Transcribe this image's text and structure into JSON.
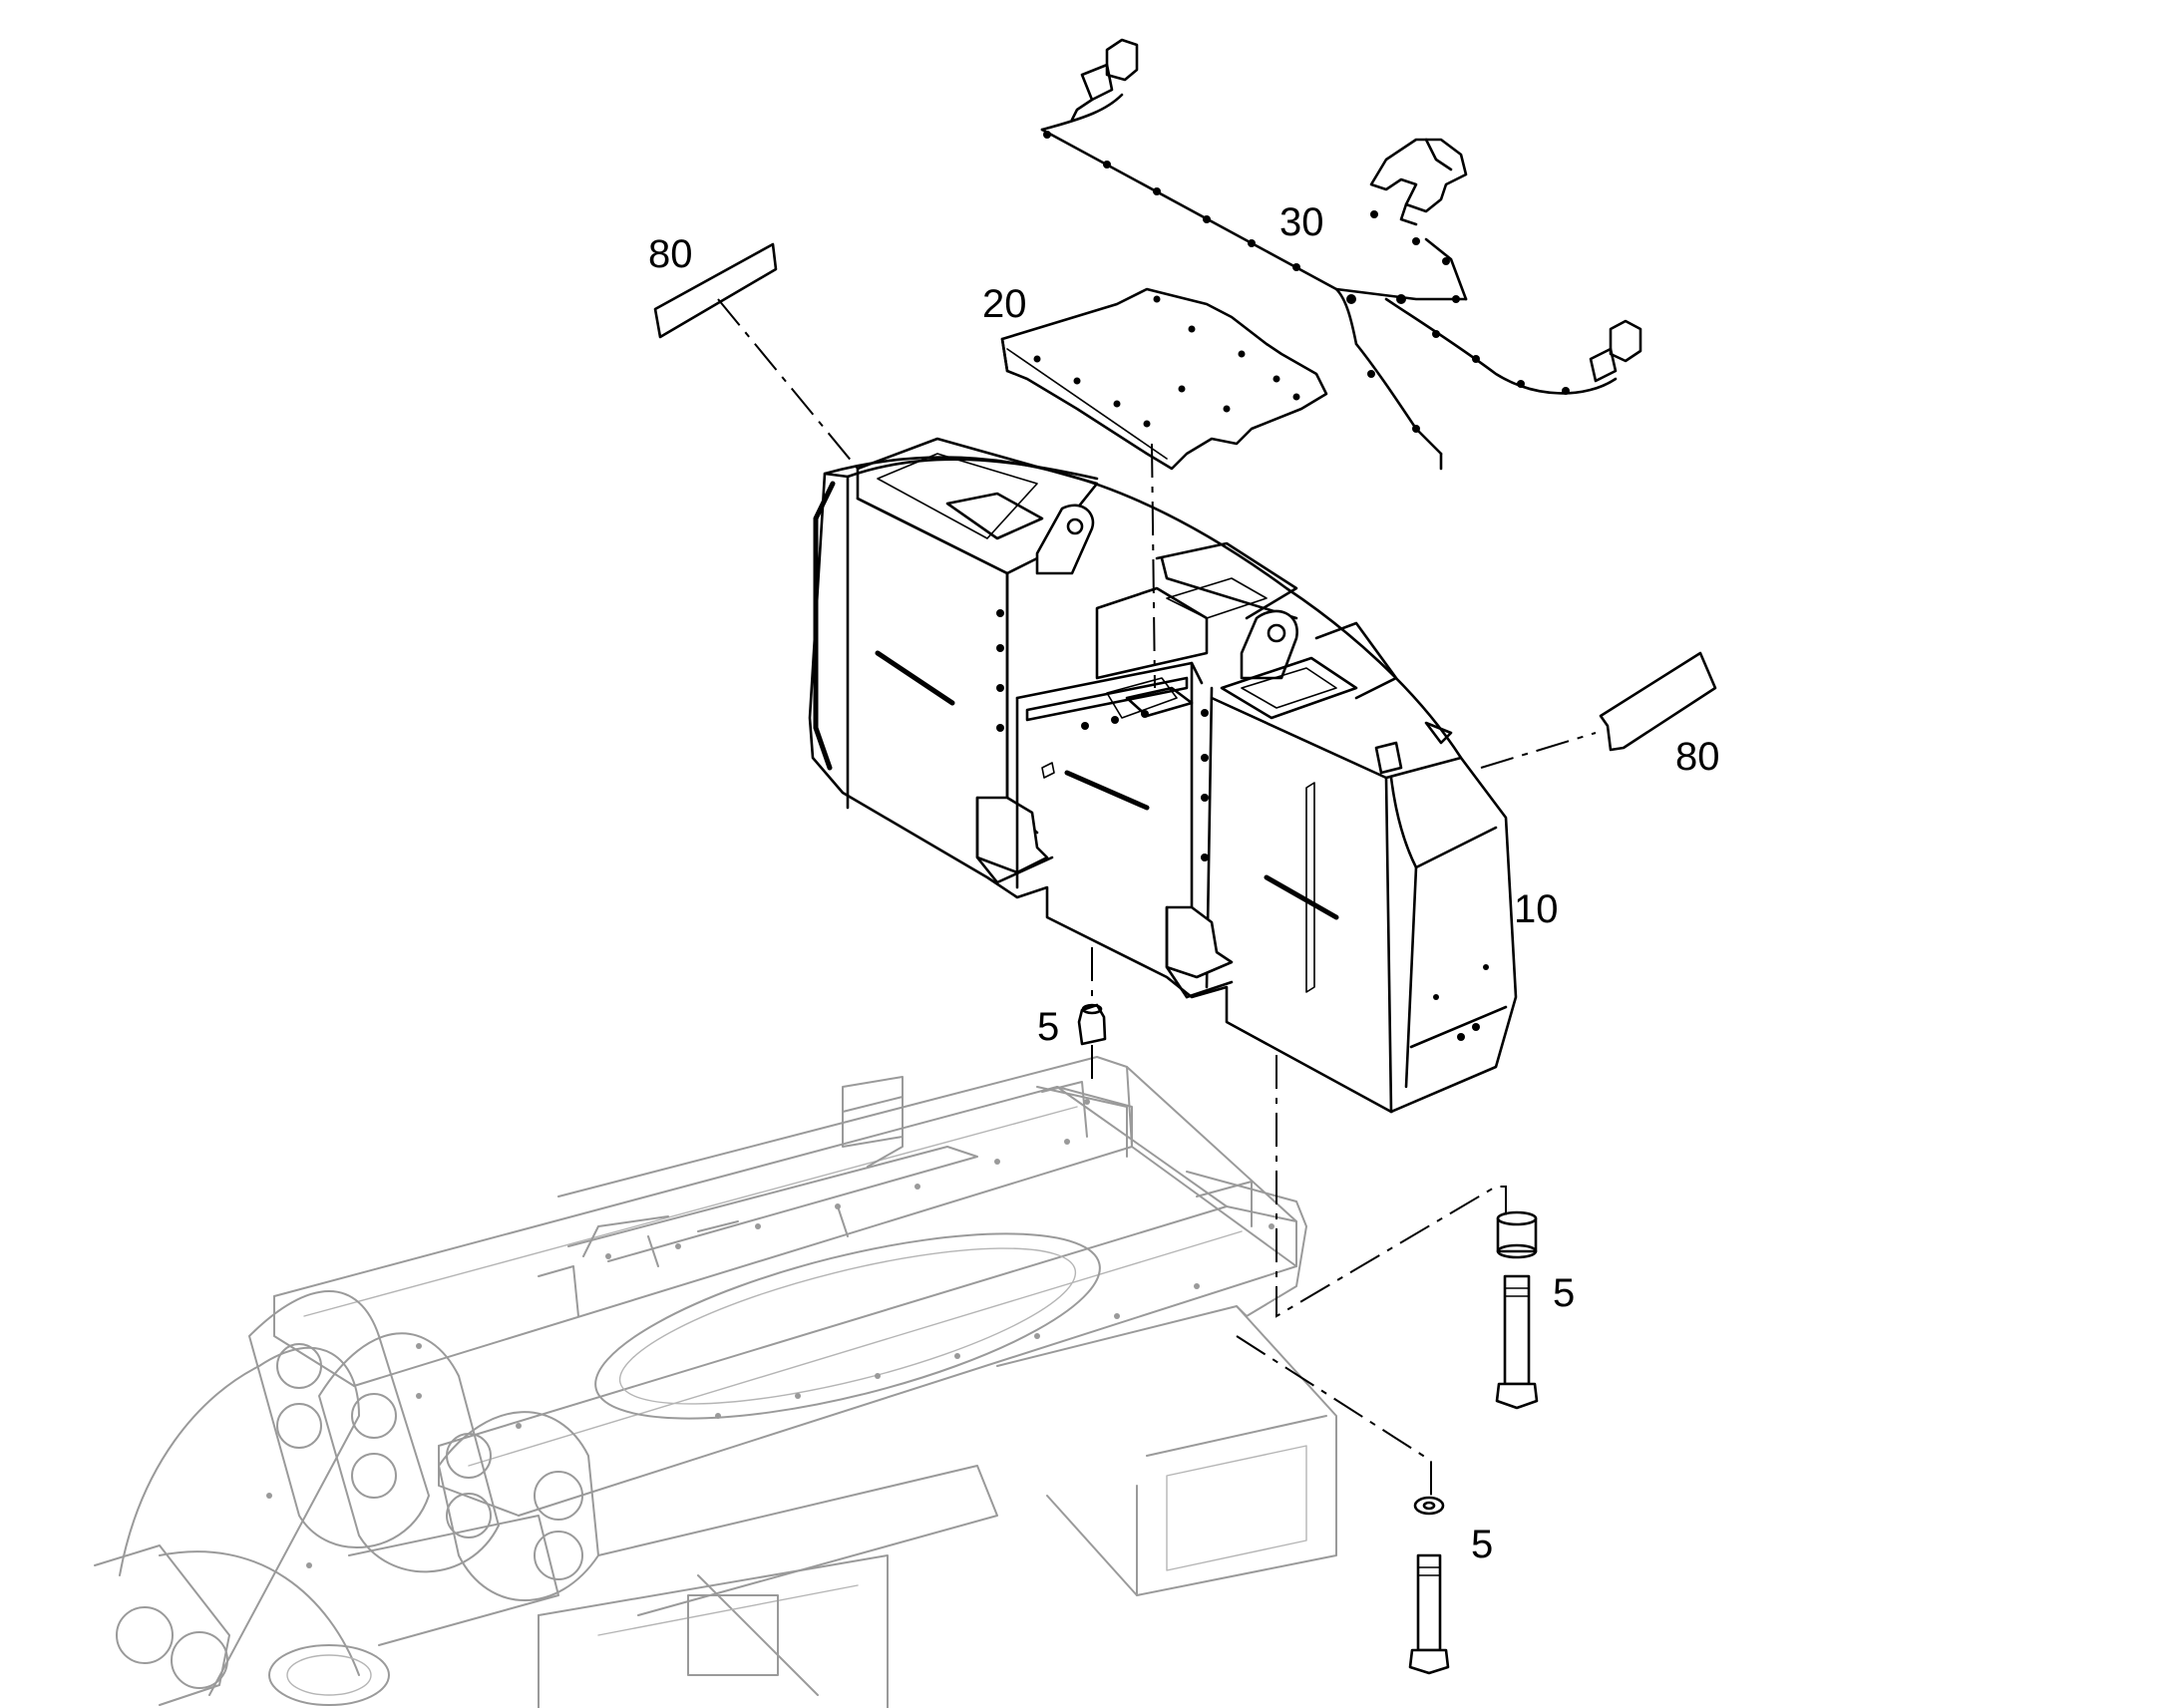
{
  "diagram": {
    "callouts": [
      {
        "id": "callout-80-top",
        "text": "80"
      },
      {
        "id": "callout-20",
        "text": "20"
      },
      {
        "id": "callout-30",
        "text": "30"
      },
      {
        "id": "callout-80-right",
        "text": "80"
      },
      {
        "id": "callout-10",
        "text": "10"
      },
      {
        "id": "callout-5-pin",
        "text": "5"
      },
      {
        "id": "callout-5-bushing",
        "text": "5"
      },
      {
        "id": "callout-5-bolt",
        "text": "5"
      }
    ],
    "colors": {
      "ink": "#000000",
      "ghost_frame": "#9a9a9a",
      "background": "#ffffff"
    }
  }
}
